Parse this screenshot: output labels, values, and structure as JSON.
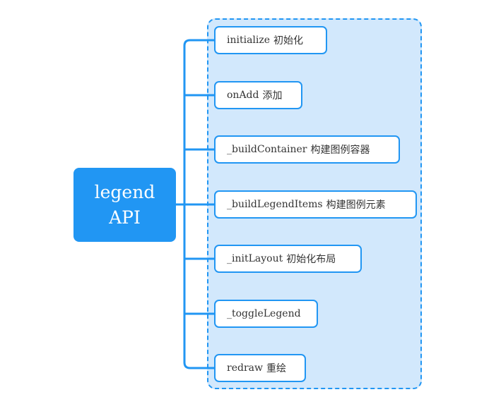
{
  "colors": {
    "accent": "#2196f3",
    "group_fill": "#d2e8fc",
    "node_fill": "#ffffff",
    "text": "#333333",
    "root_text": "#ffffff"
  },
  "root": {
    "line1": "legend",
    "line2": "API"
  },
  "children": [
    {
      "name": "initialize",
      "desc": "初始化"
    },
    {
      "name": "onAdd",
      "desc": "添加"
    },
    {
      "name": "_buildContainer",
      "desc": "构建图例容器"
    },
    {
      "name": "_buildLegendItems",
      "desc": "构建图例元素"
    },
    {
      "name": "_initLayout",
      "desc": "初始化布局"
    },
    {
      "name": "_toggleLegend",
      "desc": ""
    },
    {
      "name": "redraw",
      "desc": "重绘"
    }
  ]
}
